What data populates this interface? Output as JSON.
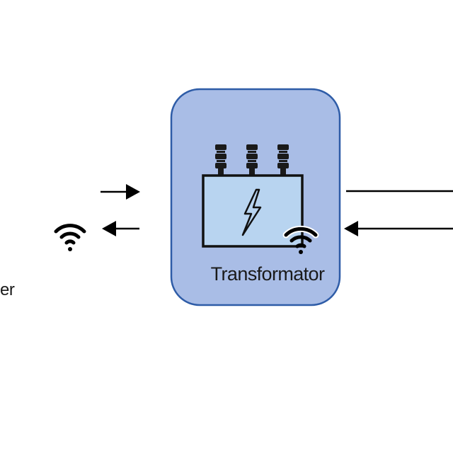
{
  "diagram": {
    "transformer_node": {
      "label": "Transformator",
      "fill_color": "#a9bde6",
      "border_color": "#2e5ca7",
      "inner_fill_color": "#b8d4f0",
      "icon": "transformer-icon",
      "lightning_icon": "lightning-bolt-icon",
      "wireless_icon": "wifi-icon"
    },
    "left_node": {
      "label_fragment": "er",
      "wireless_icon": "wifi-icon"
    },
    "arrows": {
      "left_inbound": "right-arrow-icon",
      "left_outbound": "left-arrow-icon",
      "right_outbound": "line-to-right",
      "right_inbound": "left-arrow-icon"
    },
    "stroke_color": "#000000"
  }
}
